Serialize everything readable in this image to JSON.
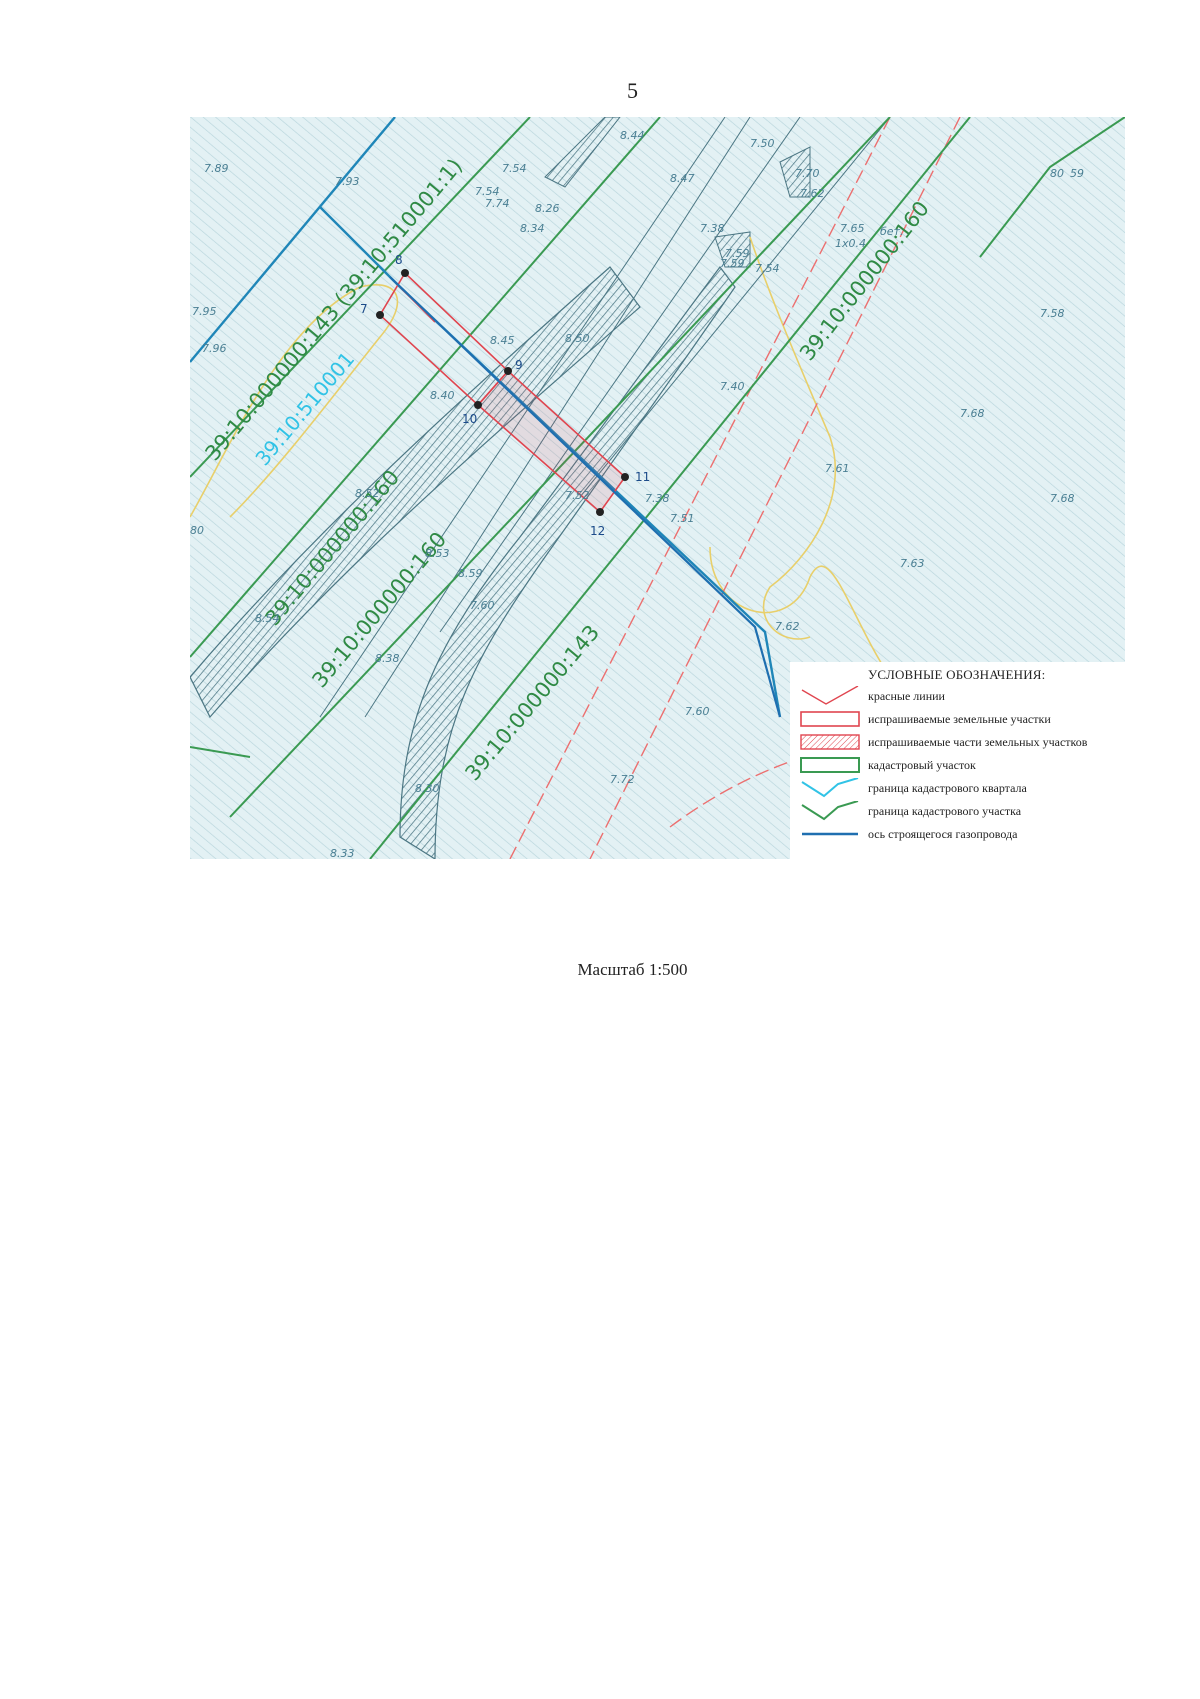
{
  "page_number": "5",
  "scale_caption": "Масштаб 1:500",
  "colors": {
    "hatch_bg": "#dfeff2",
    "hatch_line": "#b8d6dc",
    "red": "#e0454f",
    "green": "#3a9a52",
    "cyan": "#31c3e6",
    "blue": "#1f86b8",
    "yellow": "#e8cf6a",
    "dark_text": "#1c4b8a",
    "elev_text": "#4a7f93"
  },
  "map": {
    "cadastral_labels": [
      "39:10:000000:143 (39:10:510001:1)",
      "39:10:000000:160",
      "39:10:000000:160",
      "39:10:000000:160",
      "39:10:000000:143"
    ],
    "quarter_label": "39:10:510001",
    "points": [
      "7",
      "8",
      "9",
      "10",
      "11",
      "12"
    ],
    "elevations": [
      "7.89",
      "7.93",
      "7.95",
      "7.96",
      "8.44",
      "8.47",
      "7.50",
      "7.70",
      "7.62",
      "7.65",
      "бет.",
      "1х0.4",
      "7.59",
      "7.38",
      "7.59",
      "7.54",
      "7.58",
      "7.40",
      "7.68",
      "7.61",
      "7.68",
      "7.63",
      "7.38",
      "7.51",
      "7.52",
      "8.40",
      "8.52",
      "8.53",
      "8.54",
      "8.59",
      "7.60",
      "8.38",
      "8.30",
      "8.33",
      "7.62",
      "7.60",
      "7.72",
      "8.45",
      "8.50",
      "8.34",
      "8.26",
      "7.54",
      "7.74",
      "7.54",
      "80",
      "59"
    ]
  },
  "legend": {
    "title": "УСЛОВНЫЕ ОБОЗНАЧЕНИЯ:",
    "items": [
      {
        "label": "красные линии",
        "symbol": "red-lines-icon"
      },
      {
        "label": "испрашиваемые земельные участки",
        "symbol": "red-outline-rect-icon"
      },
      {
        "label": "испрашиваемые части земельных участков",
        "symbol": "red-hatched-rect-icon"
      },
      {
        "label": "кадастровый участок",
        "symbol": "green-outline-rect-icon"
      },
      {
        "label": "граница кадастрового квартала",
        "symbol": "cyan-zigzag-icon"
      },
      {
        "label": "граница кадастрового участка",
        "symbol": "green-zigzag-icon"
      },
      {
        "label": "ось строящегося газопровода",
        "symbol": "blue-line-icon"
      }
    ]
  }
}
